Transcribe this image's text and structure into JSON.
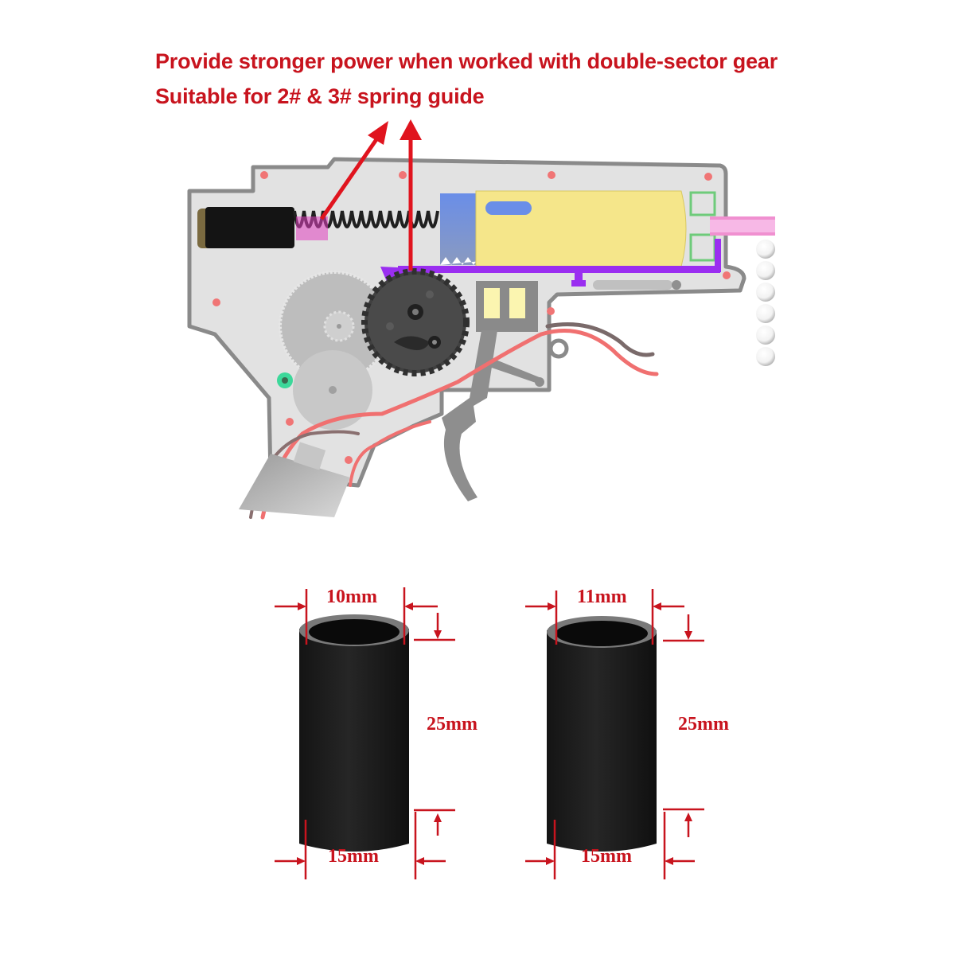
{
  "captions": {
    "line1": "Provide stronger power when worked with double-sector gear",
    "line2": "Suitable for 2# & 3# spring guide"
  },
  "colors": {
    "annotation_red": "#c8141e",
    "arrow_red": "#e0141e",
    "cylinder_yellow": "#f5e68a",
    "piston_blue": "#6a8ee8",
    "tappet_purple": "#9a2ef0",
    "nozzle_pink": "#f090d0",
    "gearbox_gray": "#dcdcdc",
    "wire_red": "#f07070"
  },
  "gearbox_diagram": {
    "parts": [
      "spring-guide",
      "spring",
      "piston",
      "cylinder",
      "sector-gear",
      "spur-gear",
      "bevel-gear",
      "motor",
      "trigger",
      "tappet-plate",
      "nozzle",
      "bbs",
      "wires"
    ]
  },
  "spacers": [
    {
      "id": "spacer-1",
      "inner_diameter": "10mm",
      "length": "25mm",
      "outer_diameter": "15mm"
    },
    {
      "id": "spacer-2",
      "inner_diameter": "11mm",
      "length": "25mm",
      "outer_diameter": "15mm"
    }
  ]
}
